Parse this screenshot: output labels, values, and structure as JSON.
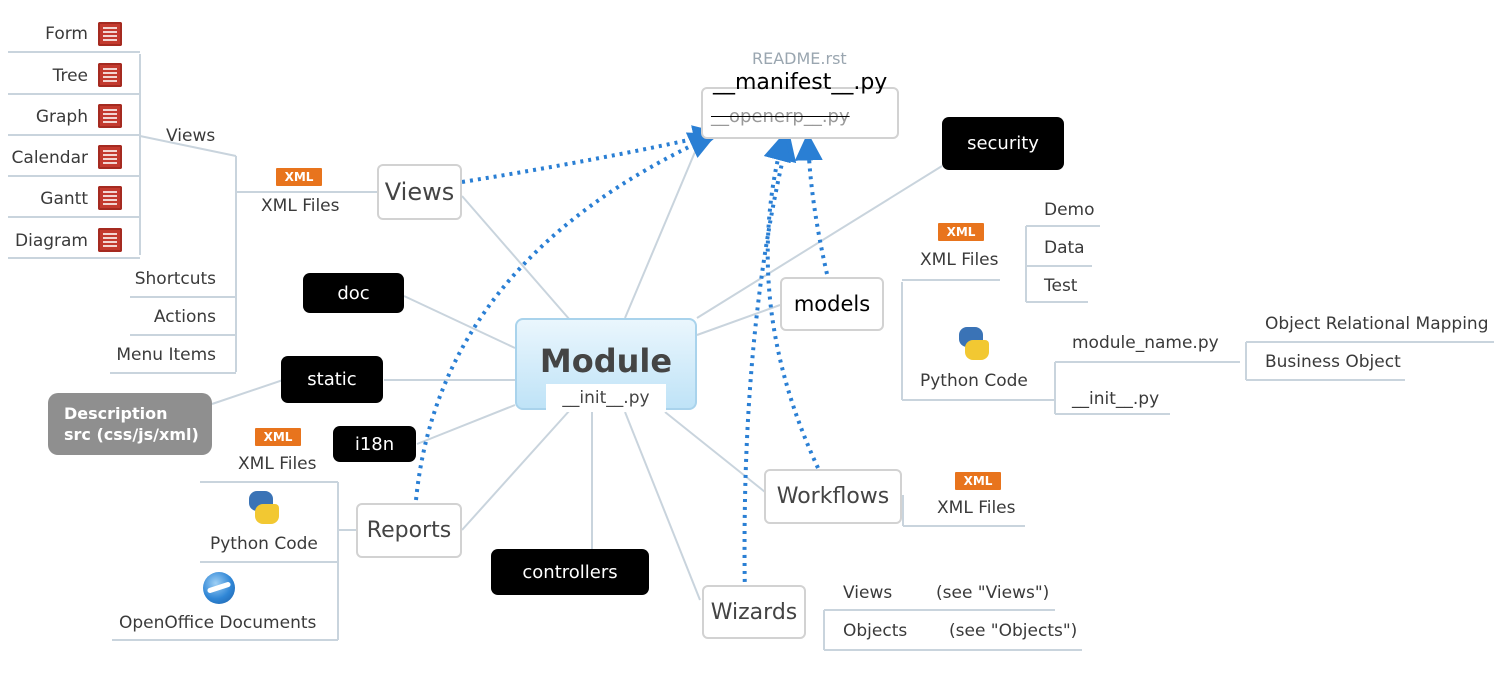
{
  "center": {
    "title": "Module",
    "init": "__init__.py"
  },
  "manifest": {
    "readme": "README.rst",
    "manifest": "__manifest__.py",
    "openerp": "__openerp__.py"
  },
  "black_nodes": {
    "security": "security",
    "doc": "doc",
    "static": "static",
    "i18n": "i18n",
    "controllers": "controllers"
  },
  "description": {
    "line1": "Description",
    "line2": "src (css/js/xml)"
  },
  "views_branch": {
    "node": "Views",
    "xml_badge": "XML",
    "xml_files": "XML Files",
    "views_label": "Views",
    "view_types": [
      "Form",
      "Tree",
      "Graph",
      "Calendar",
      "Gantt",
      "Diagram"
    ],
    "others": [
      "Shortcuts",
      "Actions",
      "Menu Items"
    ]
  },
  "models_branch": {
    "node": "models",
    "xml_badge": "XML",
    "xml_files": "XML Files",
    "xml_items": [
      "Demo",
      "Data",
      "Test"
    ],
    "python_code": "Python Code",
    "module_name": "module_name.py",
    "init": "__init__.py",
    "orm": [
      "Object Relational Mapping",
      "Business Object"
    ]
  },
  "reports_branch": {
    "node": "Reports",
    "xml_badge": "XML",
    "xml_files": "XML Files",
    "python_code": "Python Code",
    "openoffice": "OpenOffice Documents"
  },
  "workflows_branch": {
    "node": "Workflows",
    "xml_badge": "XML",
    "xml_files": "XML Files"
  },
  "wizards_branch": {
    "node": "Wizards",
    "views": "Views",
    "views_see": "(see \"Views\")",
    "objects": "Objects",
    "objects_see": "(see \"Objects\")"
  },
  "colors": {
    "dotted": "#2a7fd4",
    "connector": "#c9d4dd",
    "node_border": "#d2d2d2",
    "xml": "#e8741d",
    "view_icon": "#c33a2e"
  }
}
